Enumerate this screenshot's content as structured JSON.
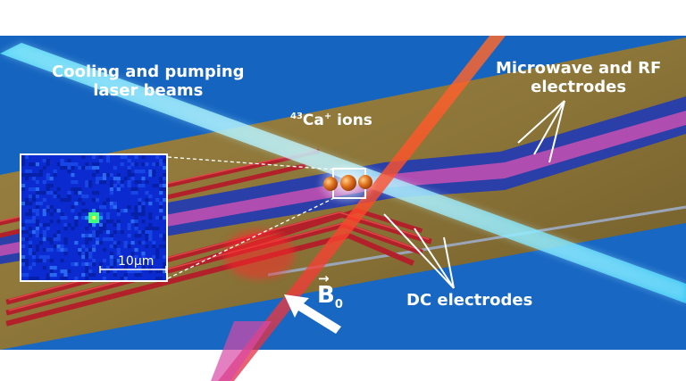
{
  "labels": {
    "cooling_line1": "Cooling and pumping",
    "cooling_line2": "laser beams",
    "microwave_line1": "Microwave and RF",
    "microwave_line2": "electrodes",
    "ions_superscript": "43",
    "ions_text": "Ca",
    "ions_charge": "+",
    "ions_suffix": " ions",
    "dc_electrodes": "DC electrodes",
    "field_symbol": "B",
    "field_subscript": "0",
    "field_vector_mark": "→",
    "scale_bar": "10μm"
  },
  "colors": {
    "background_blue": "#1565c0",
    "chip_gold": "#8a7438",
    "dc_electrode_red": "#b2202a",
    "rf_electrode_blue": "#2a3fa8",
    "rf_electrode_magenta": "#b04db0",
    "cooling_beam_cyan": "#7fe9ff",
    "vertical_beam_orange": "#ff5a1f",
    "ion_orange": "#d8661c",
    "arrow_white": "#ffffff"
  }
}
